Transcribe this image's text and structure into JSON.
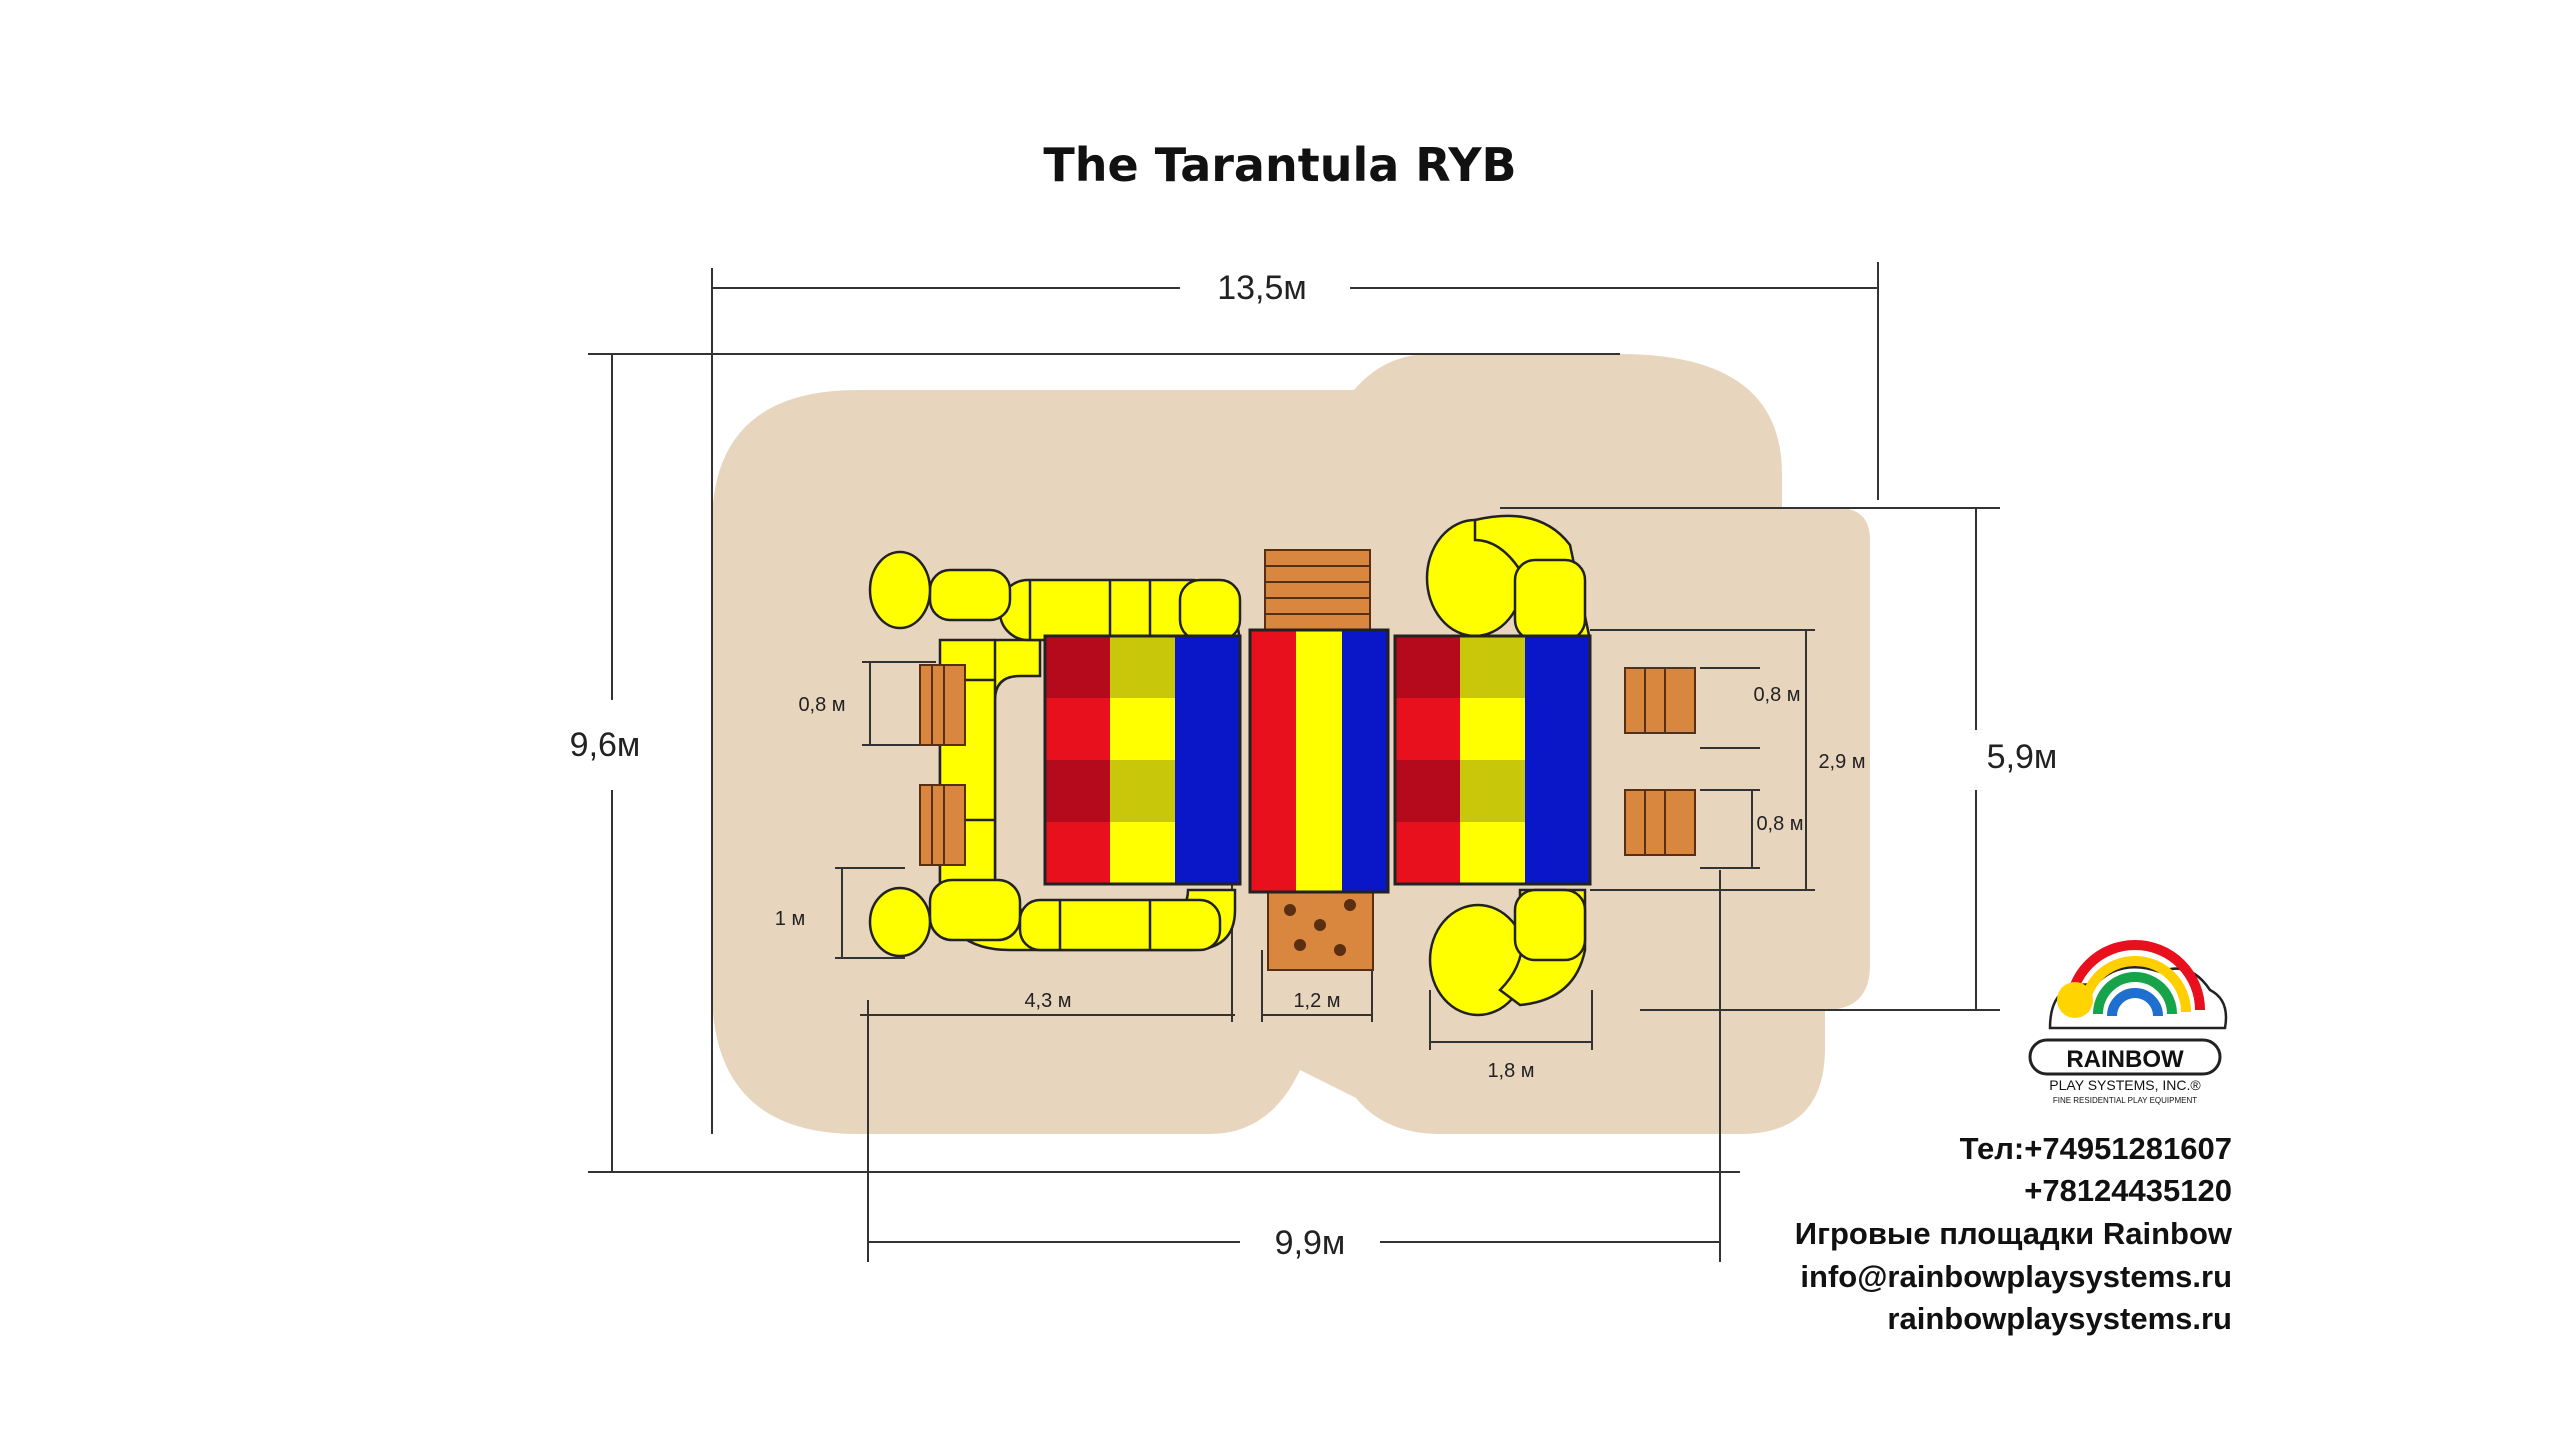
{
  "title": "The Tarantula RYB",
  "dimensions": {
    "overall_width": "13,5м",
    "overall_depth": "9,6м",
    "bottom_width": "9,9м",
    "right_depth": "5,9м",
    "tube_slide_span": "4,3 м",
    "ladder_width": "1,2 м",
    "spiral_width": "1,8 м",
    "left_side_bay": "0,8 м",
    "left_tube_end": "1 м",
    "right_bay_top": "0,8 м",
    "right_bay_bottom": "0,8 м",
    "right_deck_span": "2,9 м"
  },
  "logo": {
    "brand": "RAINBOW",
    "company": "PLAY SYSTEMS, INC.®",
    "tagline": "FINE RESIDENTIAL PLAY EQUIPMENT"
  },
  "contacts": {
    "phone1": "Тел:+74951281607",
    "phone2": "+78124435120",
    "name": "Игровые площадки Rainbow",
    "email": "info@rainbowplaysystems.ru",
    "site": "rainbowplaysystems.ru"
  },
  "colors": {
    "safety_zone": "#e8d5bd",
    "red": "#e8101c",
    "dark_red": "#b5091c",
    "yellow": "#ffff00",
    "olive_yellow": "#c9c70a",
    "blue": "#0a17c8",
    "wood": "#d9873e"
  }
}
